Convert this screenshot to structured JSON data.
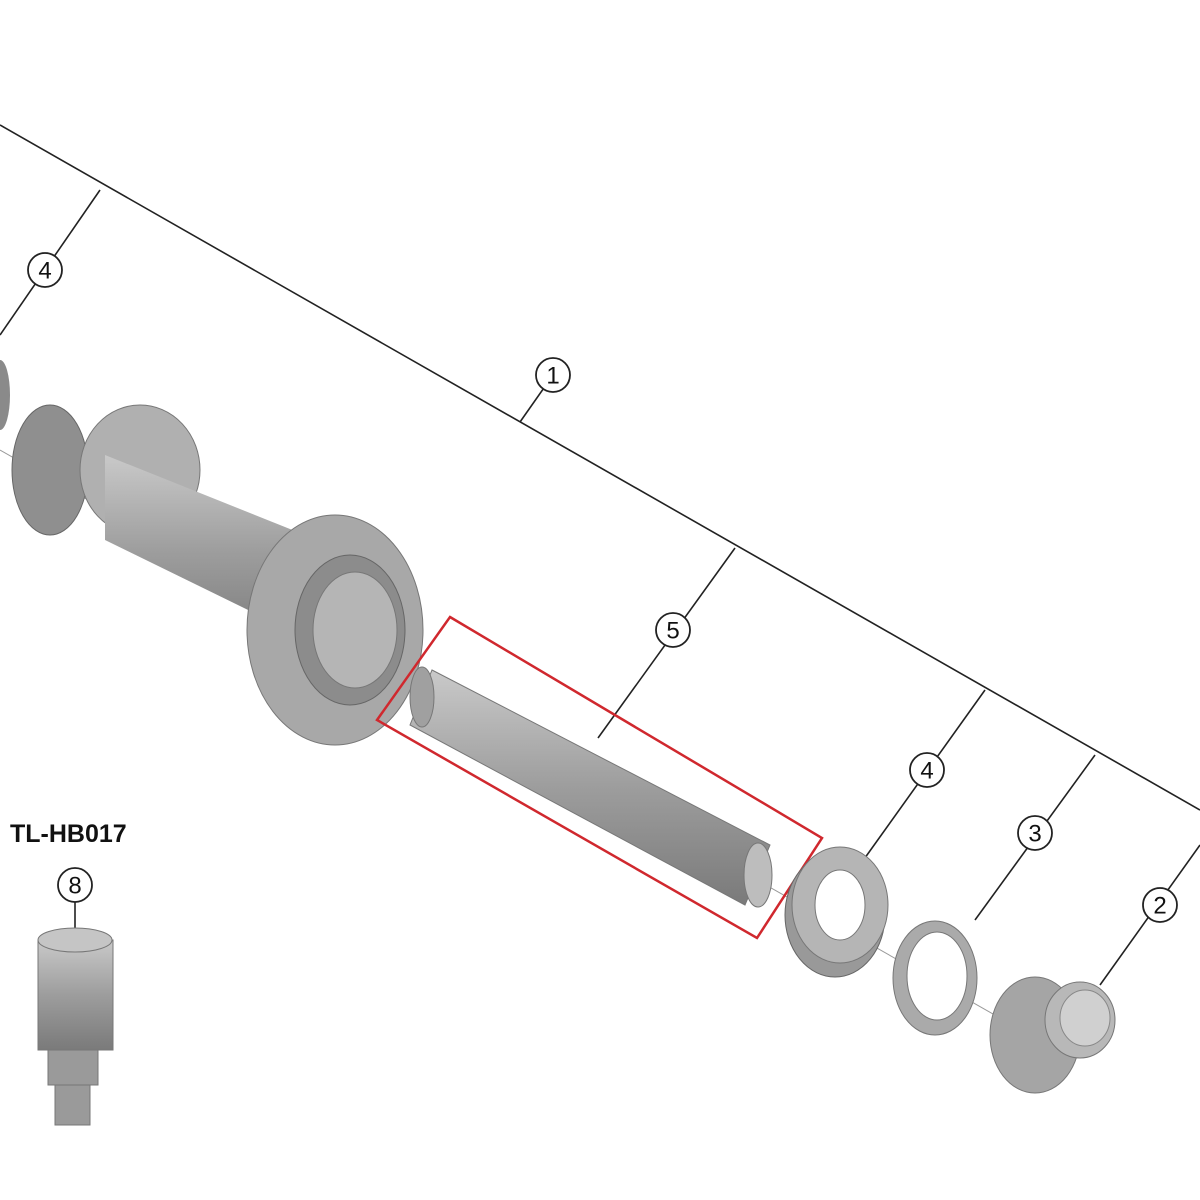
{
  "diagram": {
    "callouts": {
      "hub": "1",
      "end_cap": "2",
      "spacer": "3",
      "seal_left": "4",
      "seal_right": "4",
      "axle": "5",
      "tool_part": "8"
    },
    "tool_name": "TL-HB017",
    "highlight_color": "#d0282e",
    "part_color": "#9a9a9a"
  }
}
